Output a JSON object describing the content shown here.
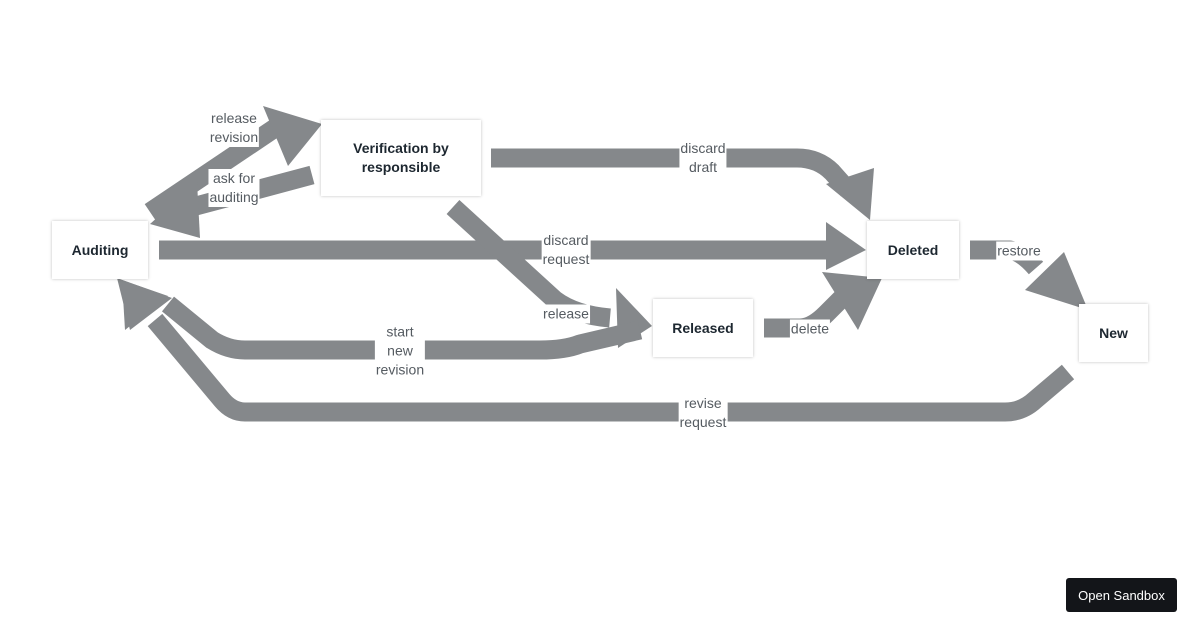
{
  "nodes": {
    "auditing": "Auditing",
    "verification": "Verification by responsible",
    "deleted": "Deleted",
    "released": "Released",
    "new": "New"
  },
  "edges": {
    "release_revision": "release\nrevision",
    "ask_for_auditing": "ask for\nauditing",
    "discard_draft": "discard\ndraft",
    "discard_request": "discard\nrequest",
    "release": "release",
    "restore": "restore",
    "delete": "delete",
    "start_new_revision": "start\nnew\nrevision",
    "revise_request": "revise\nrequest"
  },
  "sandbox": {
    "label": "Open Sandbox"
  },
  "colors": {
    "edge": "#85888b",
    "node_text": "#1d2730",
    "label_text": "#555b61",
    "button_bg": "#131519"
  }
}
